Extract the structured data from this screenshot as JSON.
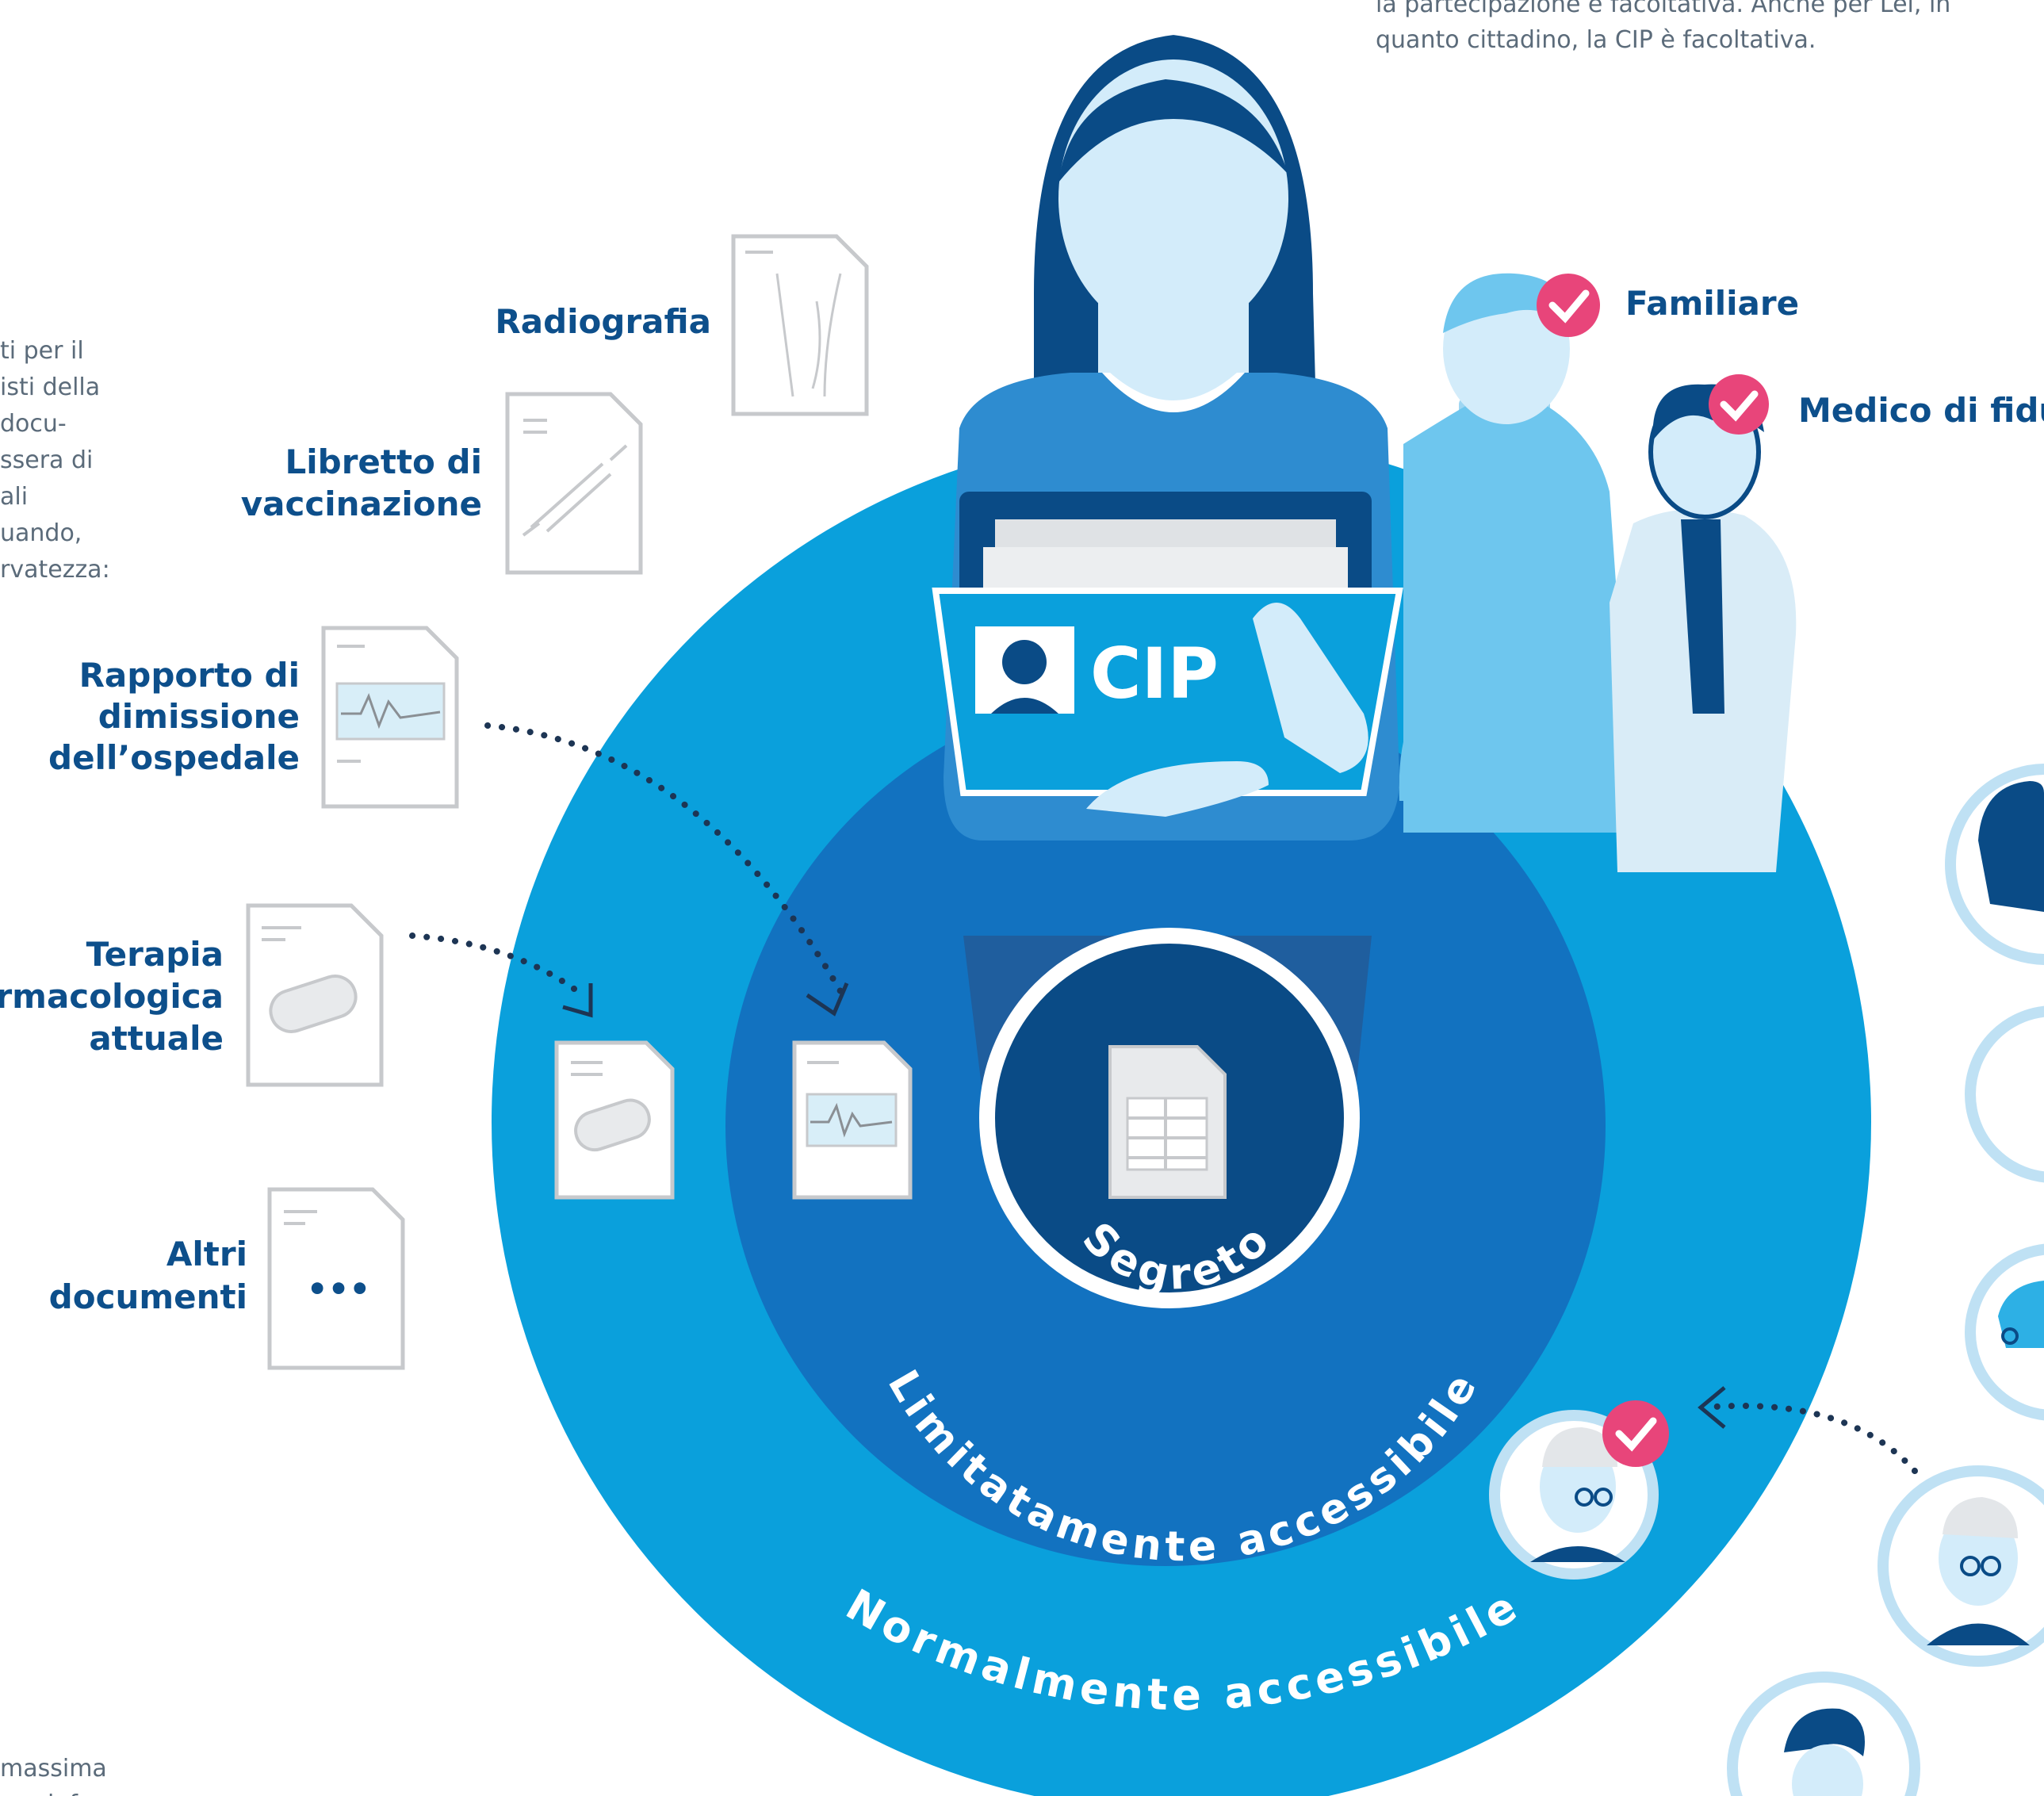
{
  "top_text": {
    "line1": "la partecipazione è facoltativa. Anche per Lei, in",
    "line2": "quanto cittadino, la CIP è facoltativa."
  },
  "left_text_fragments": [
    "ti per il",
    "isti della",
    "docu-",
    "ssera di",
    "ali",
    "uando,",
    "rvatezza:"
  ],
  "bottom_left_fragments": [
    "massima",
    "infor"
  ],
  "documents": {
    "radiografia": "Radiografia",
    "libretto_line1": "Libretto di",
    "libretto_line2": "vaccinazione",
    "rapporto_line1": "Rapporto di",
    "rapporto_line2": "dimissione",
    "rapporto_line3": "dell’ospedale",
    "terapia_line1": "Terapia",
    "terapia_line2": "farmacologica",
    "terapia_line3": "attuale",
    "altri_line1": "Altri",
    "altri_line2": "documenti",
    "ellipsis": "•••"
  },
  "folder_label": "CIP",
  "people": {
    "familiare": "Familiare",
    "medico": "Medico di fiducia"
  },
  "levels": {
    "secret": "Segreto",
    "limited": "Limitatamente accessibile",
    "normal": "Normalmente accessibile"
  },
  "colors": {
    "outer_ring": "#0aa0dc",
    "middle_ring": "#1272c0",
    "inner_circle": "#0a4b86",
    "label_blue": "#0d4f8b",
    "check_pink": "#e8457a",
    "woman_hair": "#0a4b86",
    "skin": "#deeef8"
  }
}
